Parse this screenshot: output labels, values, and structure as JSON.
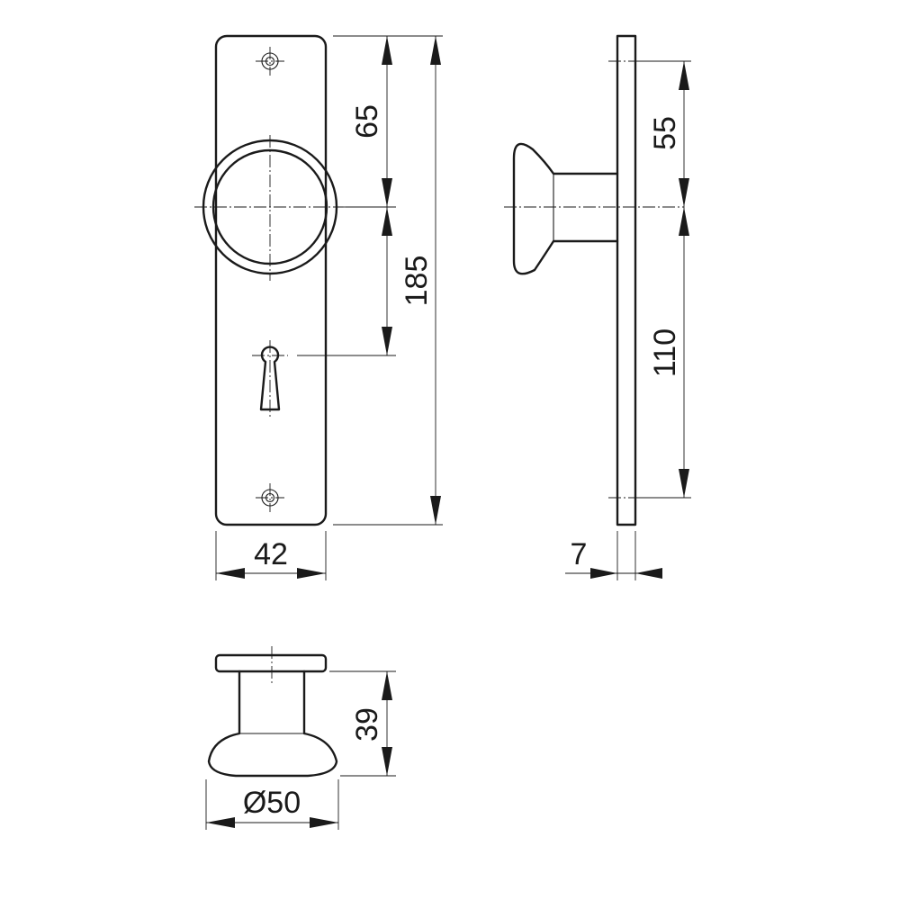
{
  "dimensions": {
    "plate_upper_height": "65",
    "plate_total_height": "185",
    "plate_width": "42",
    "side_upper": "55",
    "side_lower": "110",
    "plate_thickness": "7",
    "knob_projection": "39",
    "knob_diameter": "Ø50"
  },
  "colors": {
    "line": "#1a1a1a",
    "background": "#ffffff"
  }
}
